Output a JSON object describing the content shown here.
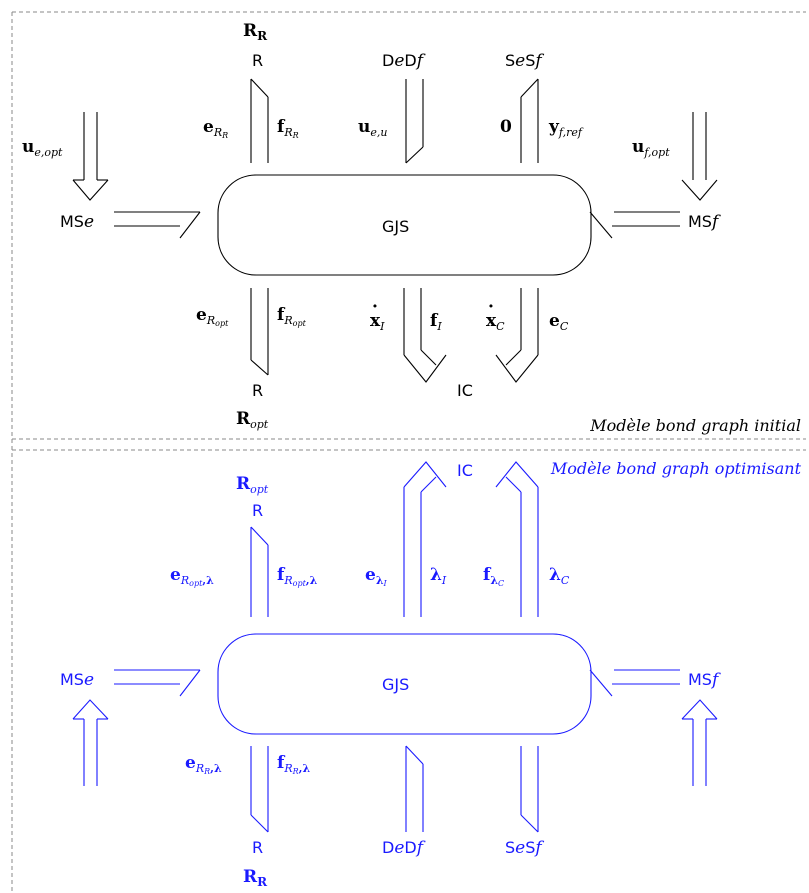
{
  "colors": {
    "initial": "#000000",
    "optimising": "#1a1aff",
    "frame": "#888888"
  },
  "panel_initial": {
    "caption": "Modèle bond graph initial",
    "center": "GJS",
    "mse": {
      "bb": "MS",
      "it": "e"
    },
    "msf": {
      "bb": "MS",
      "it": "f"
    },
    "de": {
      "bb1": "D",
      "it1": "e",
      "bb2": "D",
      "it2": "f"
    },
    "se": {
      "bb1": "S",
      "it1": "e",
      "bb2": "S",
      "it2": "f"
    },
    "ic": "IC",
    "r_top": {
      "bb": "R",
      "bold": "R",
      "sub": "R"
    },
    "r_bottom": {
      "bb": "R",
      "bold": "R",
      "sub": "opt"
    },
    "u_e": {
      "bold": "u",
      "sub": "e,opt"
    },
    "u_f": {
      "bold": "u",
      "sub": "f,opt"
    },
    "e_rr": {
      "bold": "e",
      "sub": "R",
      "subsub": "R"
    },
    "f_rr": {
      "bold": "f",
      "sub": "R",
      "subsub": "R"
    },
    "u_eu": {
      "bold": "u",
      "sub": "e,u"
    },
    "zero": "0",
    "y_ref": {
      "bold": "y",
      "sub": "f,ref"
    },
    "e_ropt": {
      "bold": "e",
      "sub": "R",
      "subsub": "opt"
    },
    "f_ropt": {
      "bold": "f",
      "sub": "R",
      "subsub": "opt"
    },
    "xdot_i": {
      "bold": "x",
      "sub": "I"
    },
    "f_i": {
      "bold": "f",
      "sub": "I"
    },
    "xdot_c": {
      "bold": "x",
      "sub": "C"
    },
    "e_c": {
      "bold": "e",
      "sub": "C"
    }
  },
  "panel_optimising": {
    "caption": "Modèle bond graph optimisant",
    "center": "GJS",
    "mse": {
      "bb": "MS",
      "it": "e"
    },
    "msf": {
      "bb": "MS",
      "it": "f"
    },
    "de": {
      "bb1": "D",
      "it1": "e",
      "bb2": "D",
      "it2": "f"
    },
    "se": {
      "bb1": "S",
      "it1": "e",
      "bb2": "S",
      "it2": "f"
    },
    "ic": "IC",
    "r_top": {
      "bb": "R",
      "bold": "R",
      "sub": "opt"
    },
    "r_bottom": {
      "bb": "R",
      "bold": "R",
      "sub": "R"
    },
    "e_ropt_l": {
      "bold": "e",
      "sub": "R",
      "subsub": "opt",
      "tail": ",λ"
    },
    "f_ropt_l": {
      "bold": "f",
      "sub": "R",
      "subsub": "opt",
      "tail": ",λ"
    },
    "e_li": {
      "bold": "e",
      "sub": "λ",
      "subsub": "I"
    },
    "lambda_i": {
      "bold": "λ",
      "sub": "I"
    },
    "f_lc": {
      "bold": "f",
      "sub": "λ",
      "subsub": "C"
    },
    "lambda_c": {
      "bold": "λ",
      "sub": "C"
    },
    "e_rr_l": {
      "bold": "e",
      "sub": "R",
      "subsub": "R",
      "tail": ",λ"
    },
    "f_rr_l": {
      "bold": "f",
      "sub": "R",
      "subsub": "R",
      "tail": ",λ"
    }
  }
}
